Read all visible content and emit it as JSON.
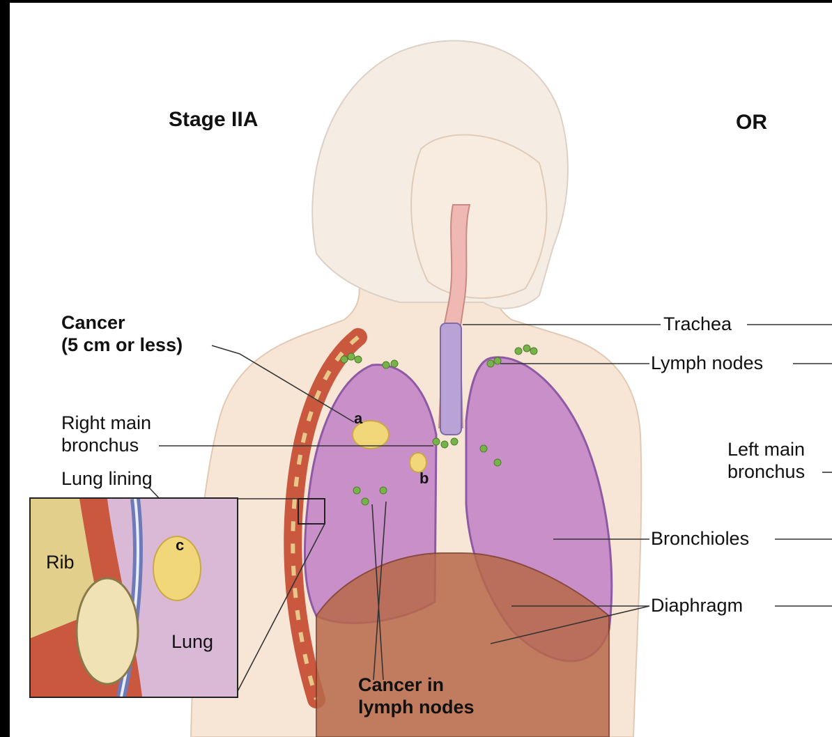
{
  "headings": {
    "left": "Stage IIA",
    "right": "OR"
  },
  "labels": {
    "cancer_size": [
      "Cancer",
      "(5 cm or less)"
    ],
    "right_main_bronchus": [
      "Right main",
      "bronchus"
    ],
    "lung_lining": "Lung lining",
    "rib": "Rib",
    "lung": "Lung",
    "cancer_lymph": [
      "Cancer in",
      "lymph nodes"
    ],
    "trachea": "Trachea",
    "lymph_nodes": "Lymph nodes",
    "left_main_bronchus": [
      "Left main",
      "bronchus"
    ],
    "bronchioles": "Bronchioles",
    "diaphragm": "Diaphragm"
  },
  "markers": {
    "a": "a",
    "b": "b",
    "c": "c"
  },
  "colors": {
    "lung": "#c98fc9",
    "lung_dark": "#8e5aa6",
    "skin": "#f3dcc8",
    "rib": "#c9583f",
    "diaphragm": "#b8694a",
    "lymph_node": "#78b24a",
    "tumor": "#f2d77a",
    "trachea": "#b9a3d6",
    "leader": "#333333"
  }
}
